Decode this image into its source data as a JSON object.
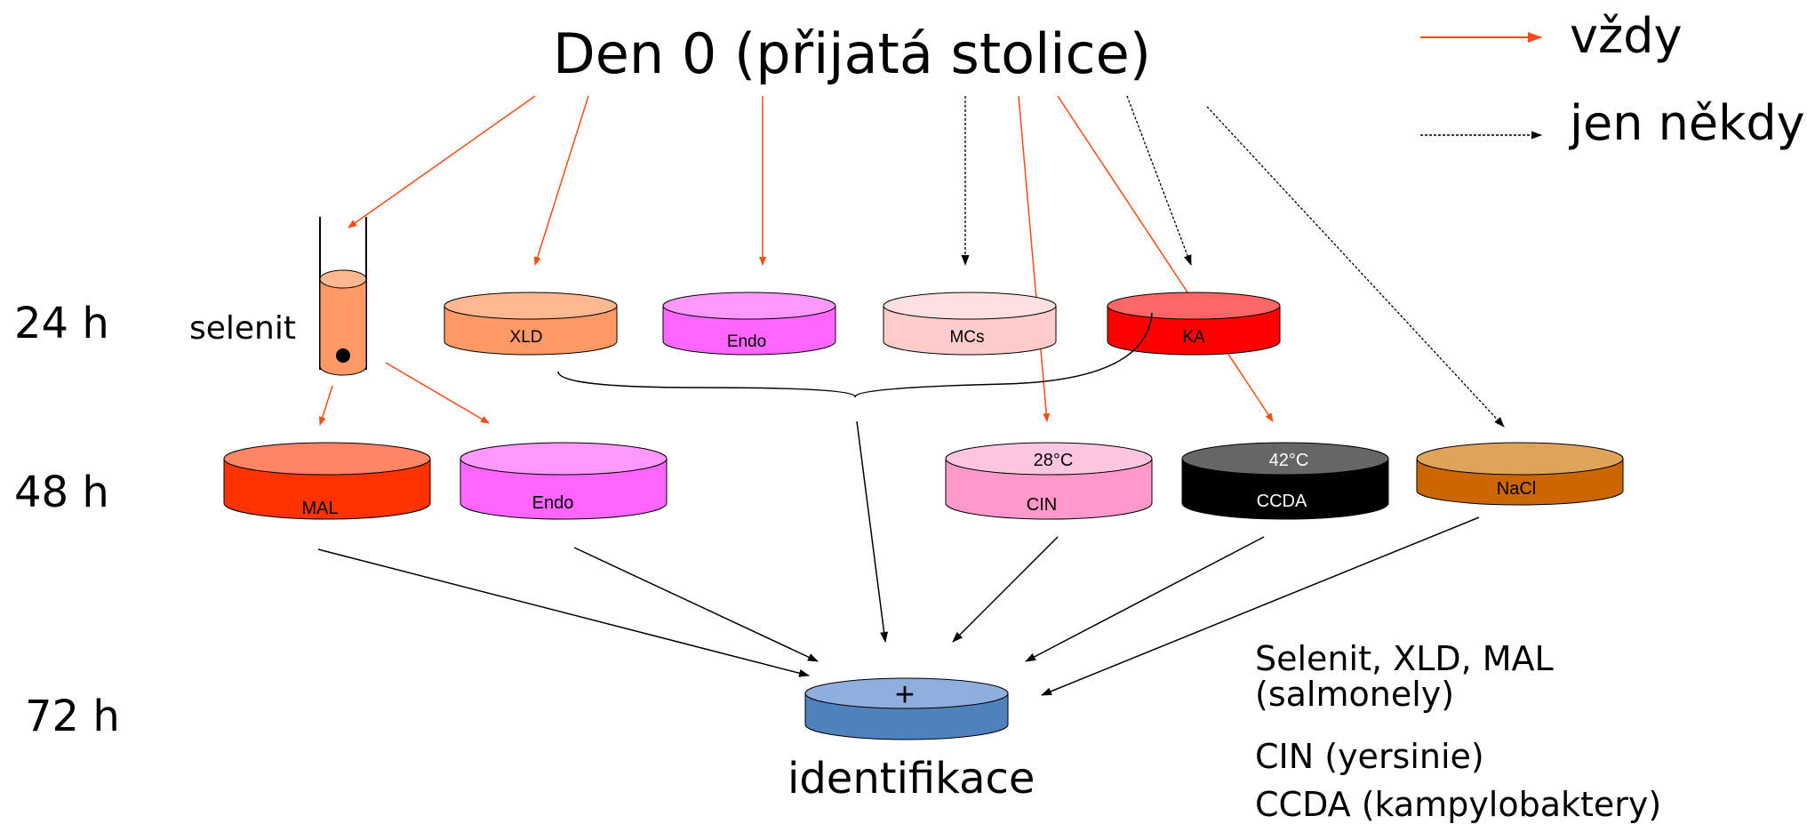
{
  "title": "Den 0 (přijatá stolice)",
  "legend": {
    "always": "vždy",
    "sometimes": "jen někdy"
  },
  "timepoints": [
    "24 h",
    "48 h",
    "72 h"
  ],
  "tube_label": "selenit",
  "media_24h": [
    "XLD",
    "Endo",
    "MCs",
    "KA"
  ],
  "media_48h": [
    "MAL",
    "Endo",
    "CIN",
    "CCDA",
    "NaCl"
  ],
  "temps": [
    "28°C",
    "42°C"
  ],
  "result_symbol": "+",
  "result_label": "identifikace",
  "notes": [
    "Selenit, XLD, MAL",
    "(salmonely)",
    "CIN (yersinie)",
    "CCDA (kampylobaktery)"
  ],
  "colors": {
    "always_arrow": "#ff4a14",
    "sometimes_arrow": "#000000",
    "XLD": "#ff9966",
    "Endo24": "#ff66ff",
    "MCs": "#ffcccc",
    "KA": "#ff0000",
    "MAL": "#ff3300",
    "Endo48": "#ff66ff",
    "CIN": "#ff99cc",
    "CCDA": "#000000",
    "NaCl": "#cc6600",
    "result": "#4f81bd",
    "selenit": "#ff9966"
  }
}
